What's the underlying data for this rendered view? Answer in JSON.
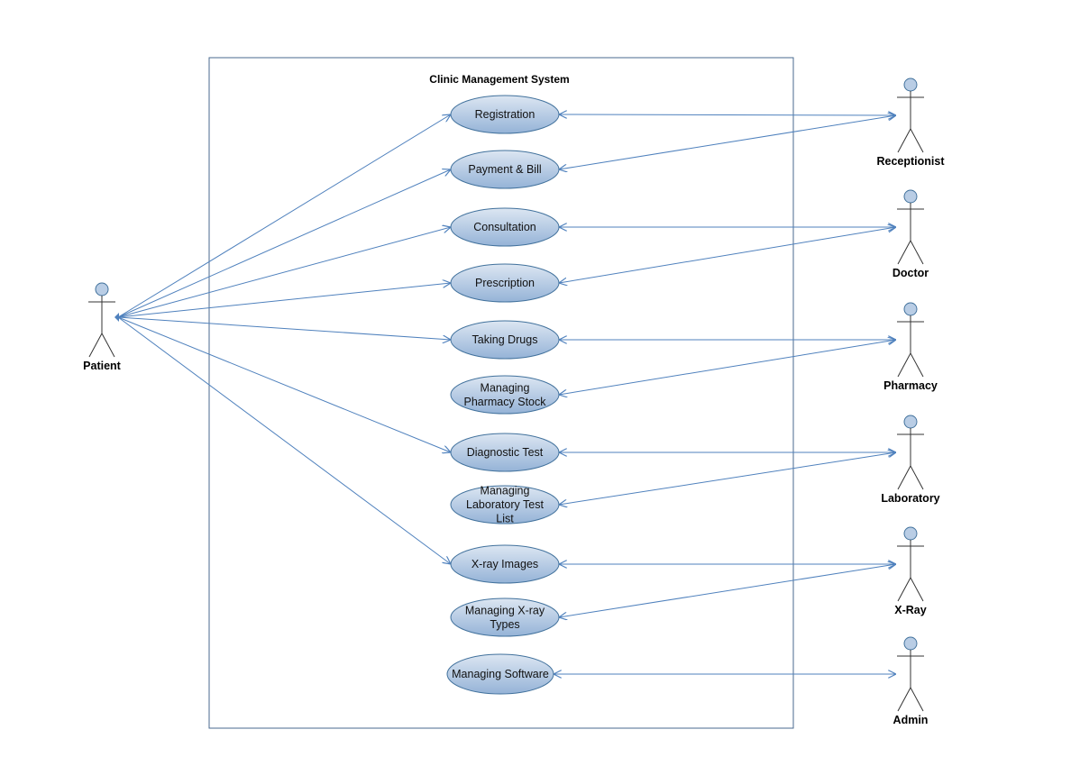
{
  "system": {
    "title": "Clinic Management System"
  },
  "colors": {
    "line": "#4f81bd",
    "ellipse_top": "#dce6f2",
    "ellipse_bottom": "#95b3d7",
    "ellipse_stroke": "#41719c",
    "actor_head": "#b9cde5",
    "boundary": "#4a6a8f"
  },
  "actors": {
    "patient": "Patient",
    "receptionist": "Receptionist",
    "doctor": "Doctor",
    "pharmacy": "Pharmacy",
    "laboratory": "Laboratory",
    "xray": "X-Ray",
    "admin": "Admin"
  },
  "use_cases": {
    "registration": [
      "Registration"
    ],
    "payment": [
      "Payment & Bill"
    ],
    "consultation": [
      "Consultation"
    ],
    "prescription": [
      "Prescription"
    ],
    "taking_drugs": [
      "Taking Drugs"
    ],
    "pharmacy_stock": [
      "Managing",
      "Pharmacy Stock"
    ],
    "diagnostic_test": [
      "Diagnostic Test"
    ],
    "lab_test_list": [
      "Managing",
      "Laboratory Test",
      "List"
    ],
    "xray_images": [
      "X-ray Images"
    ],
    "xray_types": [
      "Managing X-ray",
      "Types"
    ],
    "software": [
      "Managing Software"
    ]
  }
}
